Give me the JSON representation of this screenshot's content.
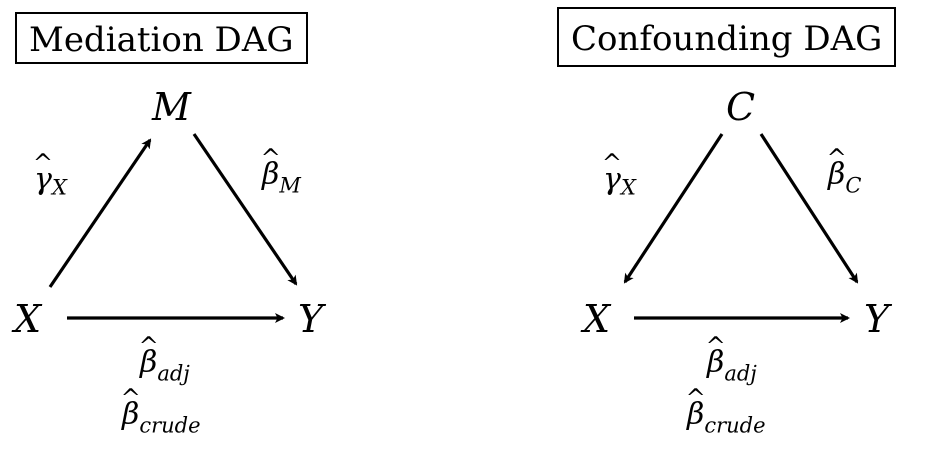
{
  "diagrams": [
    {
      "title": "Mediation DAG",
      "nodes": {
        "top": "M",
        "left": "X",
        "right": "Y"
      },
      "edge_labels": {
        "left_edge": {
          "symbol": "γ",
          "subscript": "X"
        },
        "right_edge": {
          "symbol": "β",
          "subscript": "M"
        },
        "bottom_edge_1": {
          "symbol": "β",
          "subscript": "adj"
        },
        "bottom_edge_2": {
          "symbol": "β",
          "subscript": "crude"
        }
      },
      "edges": [
        {
          "from": "X",
          "to": "M"
        },
        {
          "from": "M",
          "to": "Y"
        },
        {
          "from": "X",
          "to": "Y"
        }
      ]
    },
    {
      "title": "Confounding DAG",
      "nodes": {
        "top": "C",
        "left": "X",
        "right": "Y"
      },
      "edge_labels": {
        "left_edge": {
          "symbol": "γ",
          "subscript": "X"
        },
        "right_edge": {
          "symbol": "β",
          "subscript": "C"
        },
        "bottom_edge_1": {
          "symbol": "β",
          "subscript": "adj"
        },
        "bottom_edge_2": {
          "symbol": "β",
          "subscript": "crude"
        }
      },
      "edges": [
        {
          "from": "C",
          "to": "X"
        },
        {
          "from": "C",
          "to": "Y"
        },
        {
          "from": "X",
          "to": "Y"
        }
      ]
    }
  ],
  "hat_glyph": "^",
  "colors": {
    "ink": "#000000",
    "background": "#ffffff"
  }
}
